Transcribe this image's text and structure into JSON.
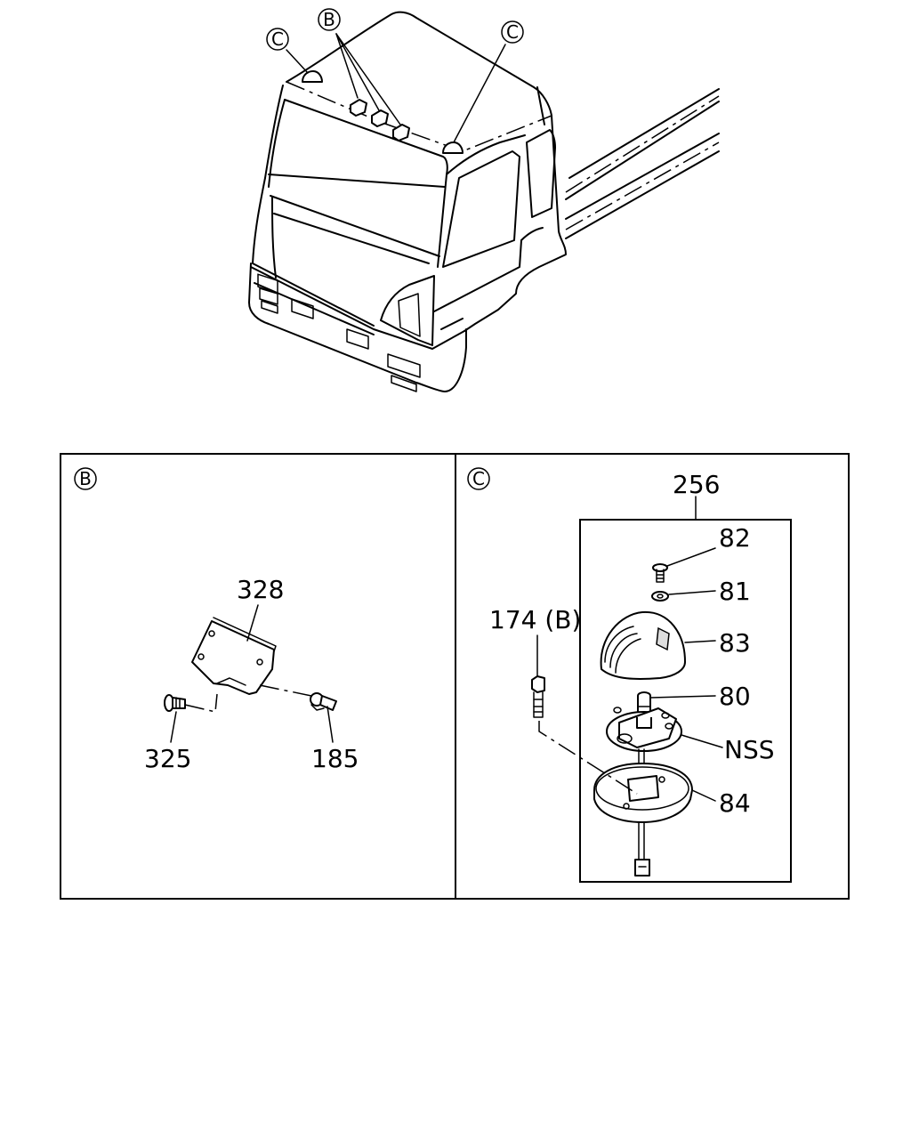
{
  "callouts": {
    "b": "B",
    "c": "C"
  },
  "panel_b": {
    "label": "B",
    "parts": {
      "bracket": "328",
      "screw": "325",
      "clip": "185"
    }
  },
  "panel_c": {
    "label": "C",
    "parts": {
      "assembly": "256",
      "screw": "82",
      "washer": "81",
      "lens": "83",
      "socket": "80",
      "base": "NSS",
      "housing": "84",
      "bolt": "174 (B)"
    }
  }
}
